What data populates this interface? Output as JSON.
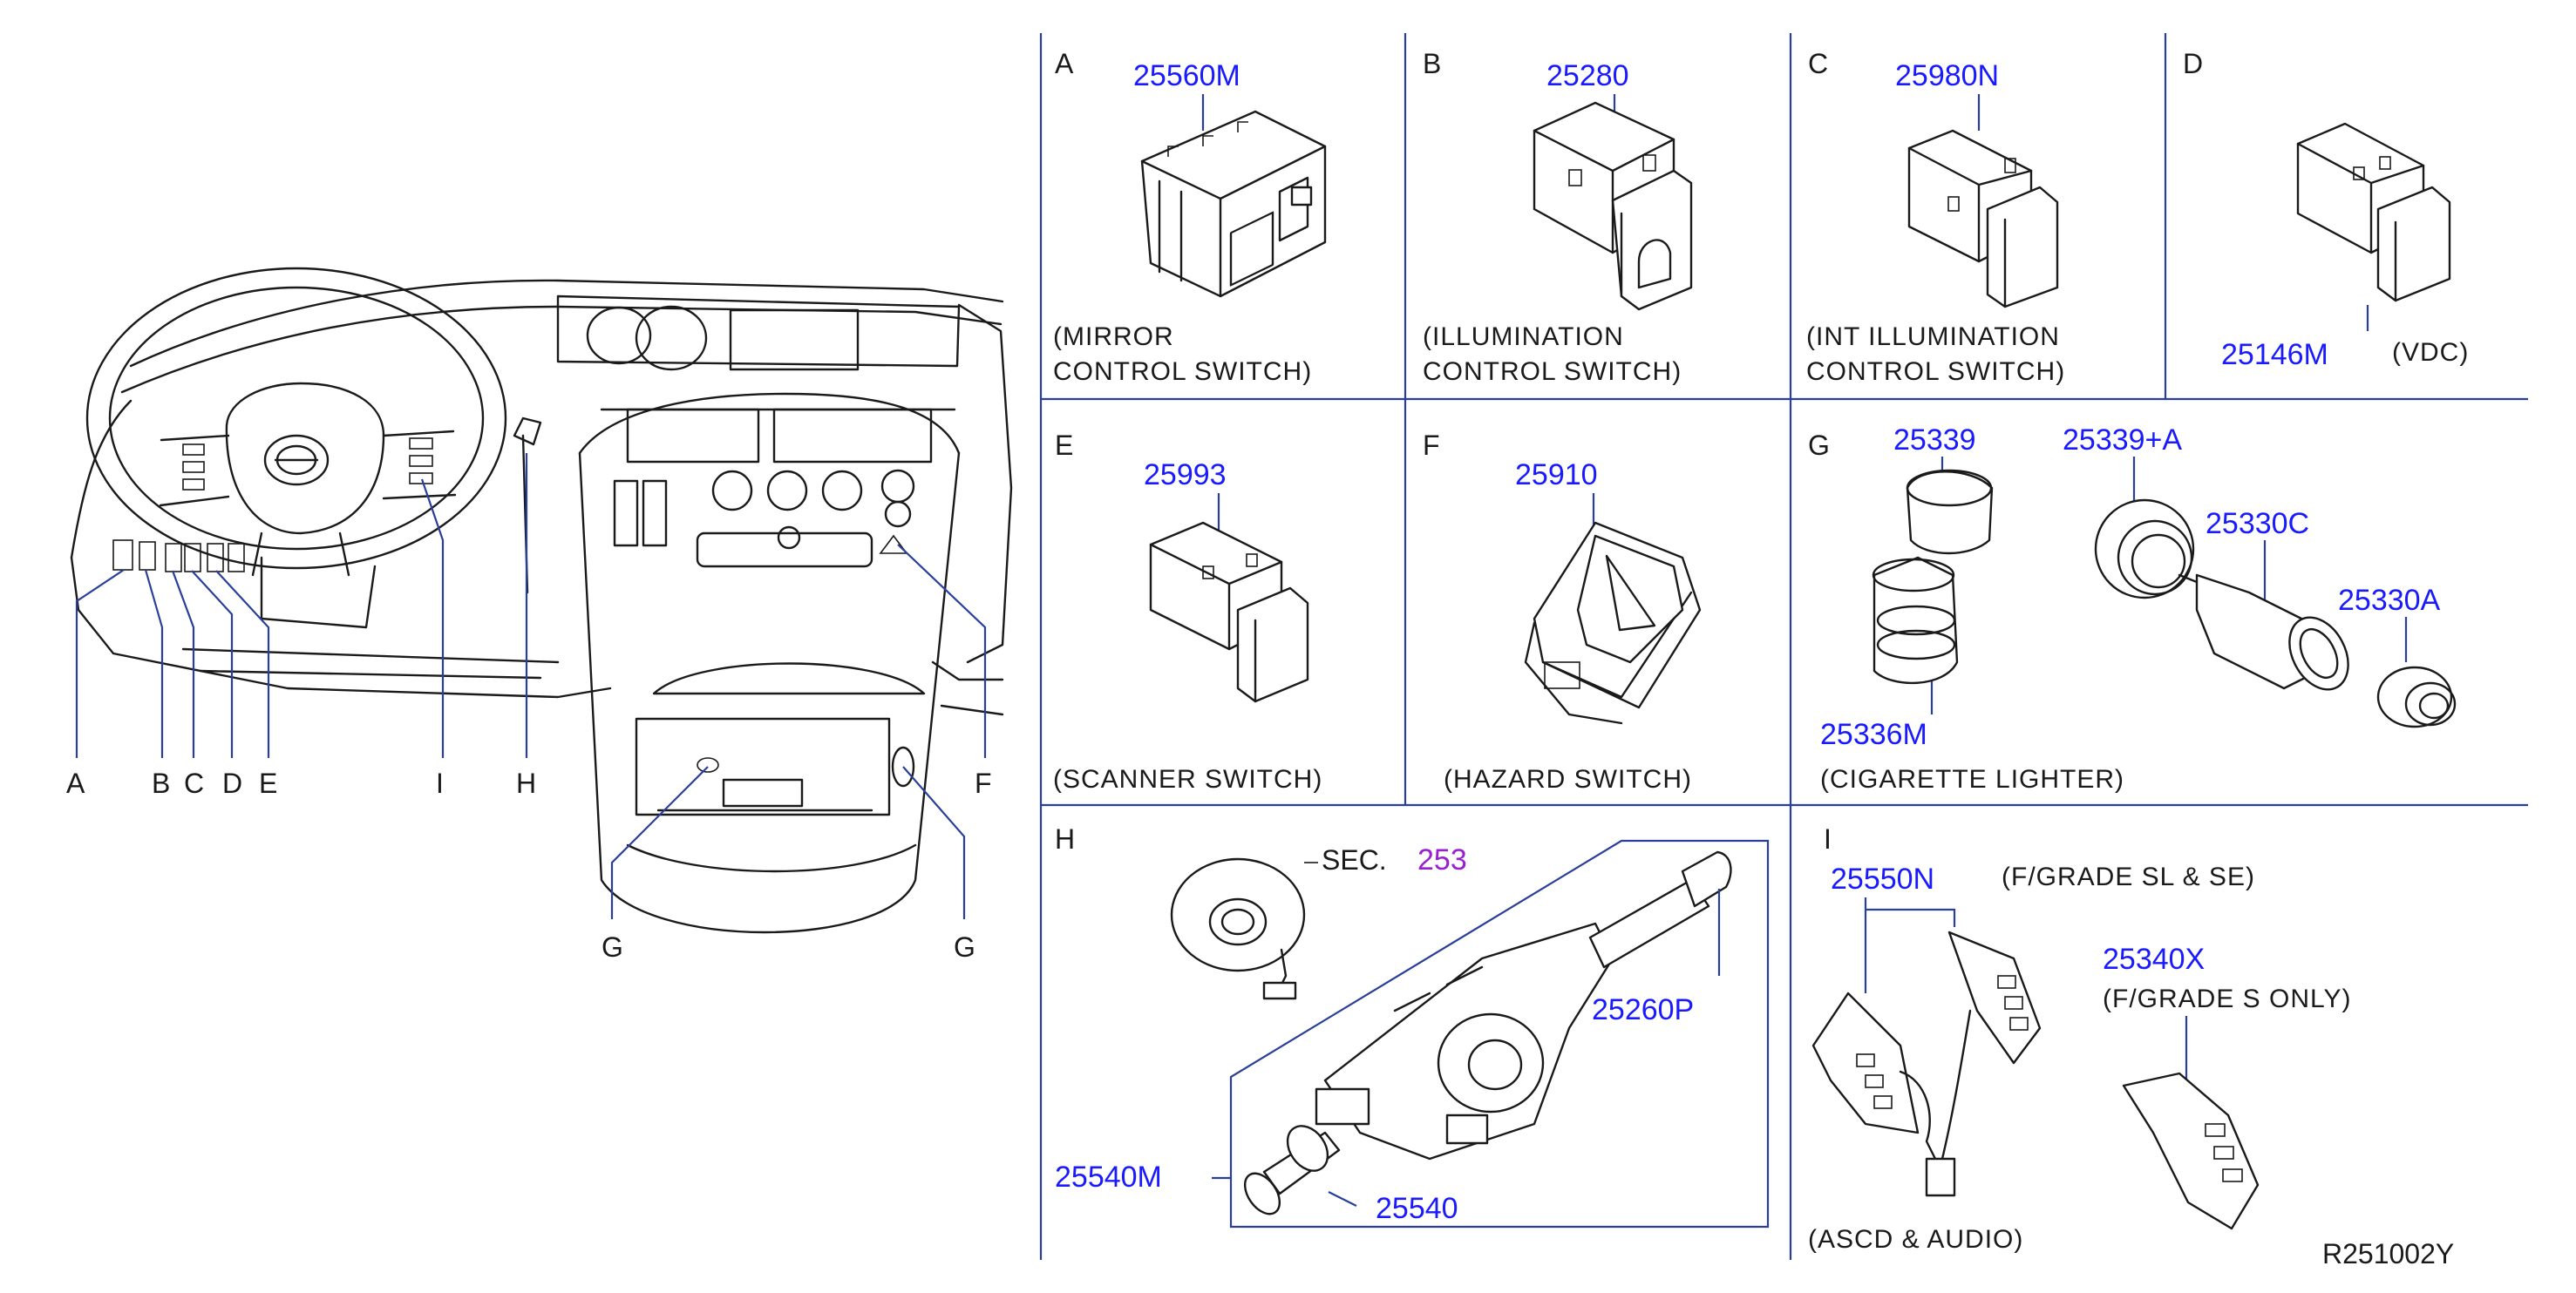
{
  "overview": {
    "callouts": {
      "A": "A",
      "B": "B",
      "C": "C",
      "D": "D",
      "E": "E",
      "I": "I",
      "H": "H",
      "F": "F",
      "G1": "G",
      "G2": "G"
    }
  },
  "panels": {
    "A": {
      "letter": "A",
      "part": "25560M",
      "caption1": "(MIRROR",
      "caption2": "CONTROL SWITCH)"
    },
    "B": {
      "letter": "B",
      "part": "25280",
      "caption1": "(ILLUMINATION",
      "caption2": "CONTROL SWITCH)"
    },
    "C": {
      "letter": "C",
      "part": "25980N",
      "caption1": "(INT ILLUMINATION",
      "caption2": "CONTROL SWITCH)"
    },
    "D": {
      "letter": "D",
      "part": "25146M",
      "caption1": "(VDC)"
    },
    "E": {
      "letter": "E",
      "part": "25993",
      "caption1": "(SCANNER SWITCH)"
    },
    "F": {
      "letter": "F",
      "part": "25910",
      "caption1": "(HAZARD SWITCH)"
    },
    "G": {
      "letter": "G",
      "parts": [
        "25339",
        "25339+A",
        "25330C",
        "25330A",
        "25336M"
      ],
      "caption1": "(CIGARETTE LIGHTER)"
    },
    "H": {
      "letter": "H",
      "sec_label": "SEC.",
      "sec_number": "253",
      "parts": [
        "25260P",
        "25540M",
        "25540"
      ]
    },
    "I": {
      "letter": "I",
      "part1": "25550N",
      "note1": "(F/GRADE SL & SE)",
      "part2": "25340X",
      "note2": "(F/GRADE S ONLY)",
      "caption1": "(ASCD & AUDIO)"
    }
  },
  "diagram_code": "R251002Y"
}
